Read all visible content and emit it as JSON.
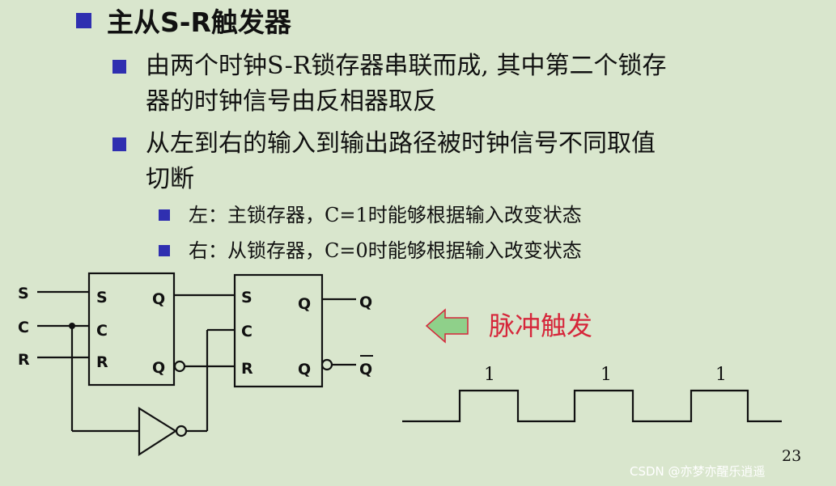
{
  "title": "主从S-R触发器",
  "bullets": [
    {
      "line1": "由两个时钟S-R锁存器串联而成, 其中第二个锁存",
      "line2": "器的时钟信号由反相器取反"
    },
    {
      "line1": "从左到右的输入到输出路径被时钟信号不同取值",
      "line2": "切断"
    }
  ],
  "sub_bullets": [
    "左：主锁存器，C=1时能够根据输入改变状态",
    "右：从锁存器，C=0时能够根据输入改变状态"
  ],
  "circuit": {
    "inputs": [
      "S",
      "C",
      "R"
    ],
    "master_latch": {
      "in_s": "S",
      "in_c": "C",
      "in_r": "R",
      "out_q": "Q",
      "out_qbar": "Q"
    },
    "slave_latch": {
      "in_s": "S",
      "in_c": "C",
      "in_r": "R",
      "out_q": "Q",
      "out_qbar": "Q"
    },
    "outputs": [
      "Q",
      "Q"
    ]
  },
  "pulse_label": "脉冲触发",
  "waveform_labels": [
    "1",
    "1",
    "1"
  ],
  "page_number": "23",
  "watermark": "CSDN @亦梦亦醒乐逍遥",
  "colors": {
    "background": "#d9e6cd",
    "bullet": "#2f2fb0",
    "accent_red": "#d6263a",
    "arrow_green": "#8fd08a"
  }
}
